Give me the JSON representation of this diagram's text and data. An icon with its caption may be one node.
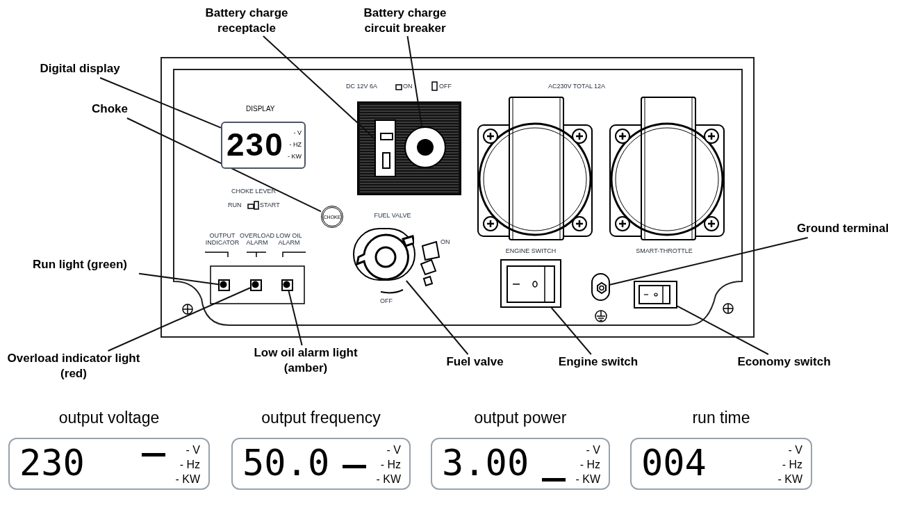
{
  "diagram": {
    "nodes": [
      {
        "text": [
          "Battery charge receptacle"
        ]
      },
      {
        "text": [
          "Battery charge circuit breaker"
        ]
      },
      {
        "text": [
          "Digital display"
        ]
      },
      {
        "text": [
          "Choke"
        ]
      },
      {
        "text": [
          "Run light (green)"
        ]
      },
      {
        "text": [
          "Overload indicator light (red)"
        ]
      },
      {
        "text": [
          "Low oil alarm light (amber)"
        ]
      },
      {
        "text": [
          "Fuel valve"
        ]
      },
      {
        "text": [
          "Engine switch"
        ]
      },
      {
        "text": [
          "Ground terminal"
        ]
      },
      {
        "text": [
          "Economy switch"
        ]
      },
      {
        "text": [
          "DISPLAY",
          "230",
          "- V",
          "- HZ",
          "- KW"
        ]
      },
      {
        "text": [],
        "shape": "box"
      },
      {
        "text": [],
        "shape": "circle"
      },
      {
        "text": [
          "CHOKE"
        ]
      },
      {
        "text": [],
        "shape": "box"
      },
      {
        "text": [],
        "shape": "box"
      },
      {
        "text": [],
        "shape": "box"
      },
      {
        "text": [],
        "shape": "circle"
      },
      {
        "text": [],
        "shape": "box"
      },
      {
        "text": [],
        "shape": "circle"
      },
      {
        "text": [],
        "shape": "box"
      },
      {
        "text": [
          "output voltage",
          "230",
          "- V",
          "- Hz",
          "- KW"
        ]
      },
      {
        "text": [
          "output frequency",
          "50.0",
          "- V",
          "- Hz",
          "- KW"
        ]
      },
      {
        "text": [
          "output power",
          "3.00",
          "- V",
          "- Hz",
          "- KW"
        ]
      },
      {
        "text": [
          "run time",
          "004",
          "- V",
          "- Hz",
          "- KW"
        ]
      }
    ],
    "edges": [
      {
        "from": 0,
        "to": 12,
        "arrow": "none"
      },
      {
        "from": 1,
        "to": 13,
        "arrow": "none"
      },
      {
        "from": 2,
        "to": 11,
        "arrow": "none"
      },
      {
        "from": 3,
        "to": 14,
        "arrow": "none"
      },
      {
        "from": 4,
        "to": 15,
        "arrow": "none"
      },
      {
        "from": 5,
        "to": 16,
        "arrow": "none"
      },
      {
        "from": 6,
        "to": 17,
        "arrow": "none"
      },
      {
        "from": 7,
        "to": 18,
        "arrow": "none"
      },
      {
        "from": 8,
        "to": 19,
        "arrow": "none"
      },
      {
        "from": 9,
        "to": 20,
        "arrow": "none"
      },
      {
        "from": 10,
        "to": 21,
        "arrow": "none"
      }
    ],
    "labels": [
      "DC 12V 6A",
      "ON",
      "OFF",
      "AC230V TOTAL 12A",
      "CHOKE LEVER",
      "RUN",
      "START",
      "FUEL VALVE",
      "ON",
      "OFF",
      "OUTPUT INDICATOR",
      "OVERLOAD ALARM",
      "LOW OIL ALARM",
      "ENGINE SWITCH",
      "SMART-THROTTLE"
    ]
  }
}
